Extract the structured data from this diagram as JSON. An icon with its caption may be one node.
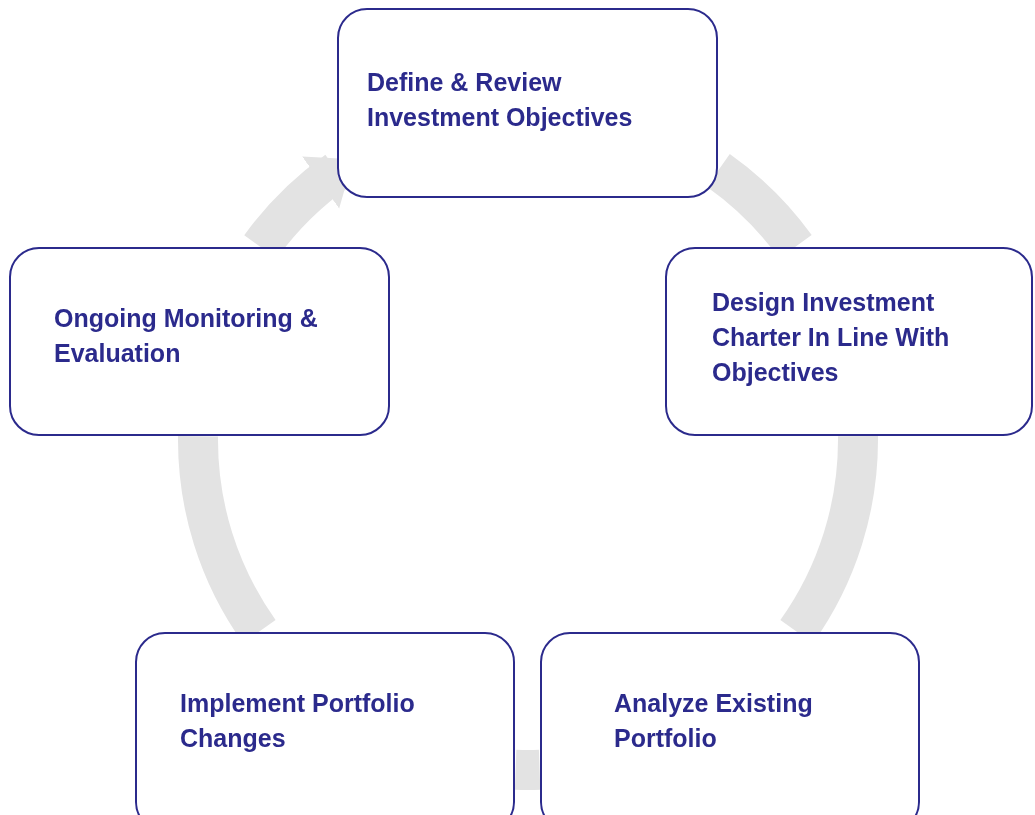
{
  "diagram": {
    "nodes": [
      {
        "text": [
          "Define & Review Investment Objectives"
        ]
      },
      {
        "text": [
          "Design Investment Charter In Line With Objectives"
        ]
      },
      {
        "text": [
          "Analyze Existing Portfolio"
        ]
      },
      {
        "text": [
          "Implement Portfolio Changes"
        ]
      },
      {
        "text": [
          "Ongoing Monitoring & Evaluation"
        ]
      }
    ],
    "edges": [
      {
        "from": 0,
        "to": 1,
        "arrow": "none"
      },
      {
        "from": 1,
        "to": 2,
        "arrow": "none"
      },
      {
        "from": 2,
        "to": 3,
        "arrow": "none"
      },
      {
        "from": 3,
        "to": 4,
        "arrow": "none"
      },
      {
        "from": 4,
        "to": 0,
        "arrow": "to"
      }
    ]
  }
}
